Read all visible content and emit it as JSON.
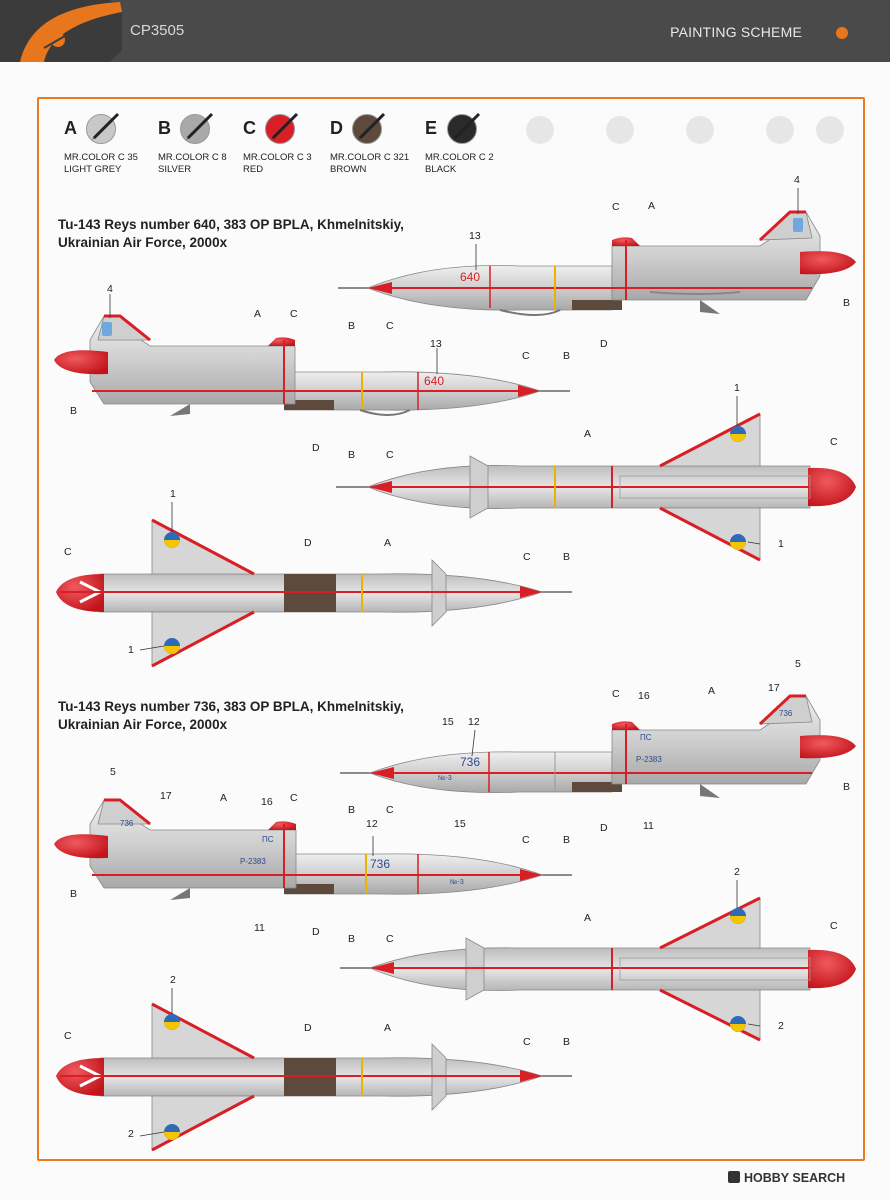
{
  "header": {
    "code": "CP3505",
    "title": "PAINTING SCHEME"
  },
  "colors": {
    "header_bg": "#4a4a4a",
    "accent_orange": "#e8761c",
    "light_grey": "#c8c8c8",
    "silver": "#a9a9ab",
    "red": "#d81f26",
    "brown": "#5d4a3d",
    "black": "#2a2a2a"
  },
  "paints": [
    {
      "letter": "A",
      "line1": "MR.COLOR C 35",
      "line2": "LIGHT GREY",
      "hex": "#c8c8c8"
    },
    {
      "letter": "B",
      "line1": "MR.COLOR C 8",
      "line2": "SILVER",
      "hex": "#a9a9ab"
    },
    {
      "letter": "C",
      "line1": "MR.COLOR C 3",
      "line2": "RED",
      "hex": "#d81f26"
    },
    {
      "letter": "D",
      "line1": "MR.COLOR C 321",
      "line2": "BROWN",
      "hex": "#5d4a3d"
    },
    {
      "letter": "E",
      "line1": "MR.COLOR C 2",
      "line2": "BLACK",
      "hex": "#2a2a2a"
    }
  ],
  "schemes": [
    {
      "title_line1": "Tu-143 Reys number 640, 383 OP BPLA, Khmelnitskiy,",
      "title_line2": "Ukrainian Air Force, 2000x",
      "number": "640"
    },
    {
      "title_line1": "Tu-143 Reys number 736, 383 OP BPLA, Khmelnitskiy,",
      "title_line2": "Ukrainian Air Force, 2000x",
      "number": "736",
      "serial": "P-2383",
      "code_ps": "ПС",
      "code_small": "№-3"
    }
  ],
  "callouts": {
    "a": "A",
    "b": "B",
    "c": "C",
    "d": "D",
    "n1": "1",
    "n2": "2",
    "n4": "4",
    "n5": "5",
    "n11": "11",
    "n12": "12",
    "n13": "13",
    "n15": "15",
    "n16": "16",
    "n17": "17"
  },
  "footer": {
    "brand": "HOBBY SEARCH"
  }
}
